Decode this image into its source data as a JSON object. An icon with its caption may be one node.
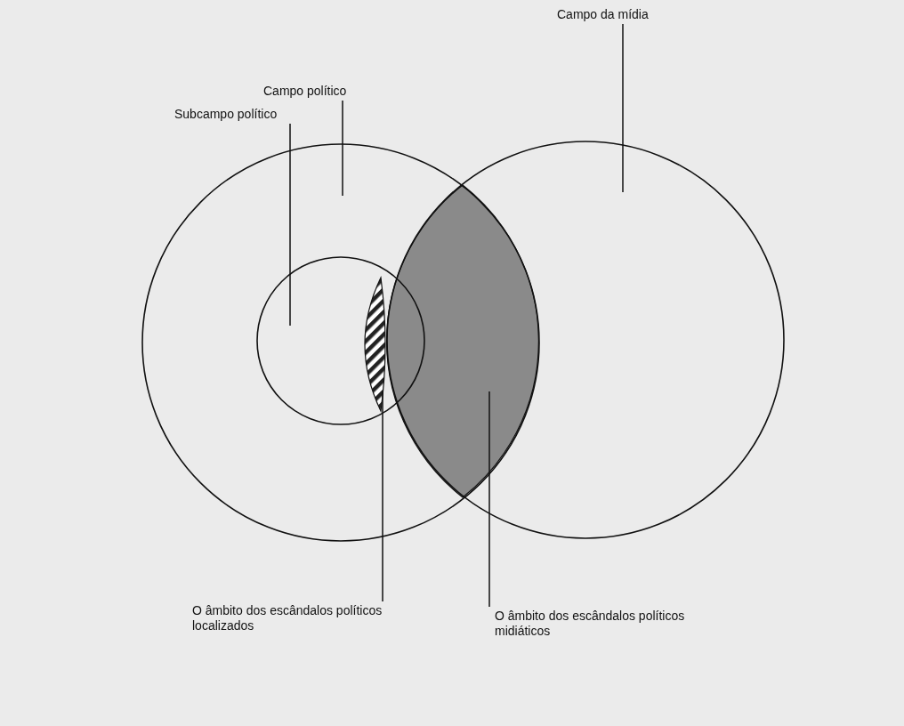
{
  "diagram": {
    "nodes": [
      {
        "text": [
          "Campo político"
        ]
      },
      {
        "text": [
          "Campo da mídia"
        ]
      },
      {
        "text": [
          "Subcampo político"
        ]
      },
      {
        "text": [
          "O âmbito dos escândalos políticos localizados"
        ]
      },
      {
        "text": [
          "O âmbito dos escândalos políticos midiáticos"
        ]
      },
      {
        "text": [],
        "shape": "circle"
      },
      {
        "text": [],
        "shape": "circle"
      },
      {
        "text": [],
        "shape": "circle",
        "in": 5
      },
      {
        "text": [],
        "shape": "lens",
        "in": 7
      },
      {
        "text": [],
        "shape": "lens"
      }
    ],
    "edges": [
      {
        "from": 0,
        "to": 5,
        "arrow": "none"
      },
      {
        "from": 1,
        "to": 6,
        "arrow": "none"
      },
      {
        "from": 2,
        "to": 7,
        "arrow": "none"
      },
      {
        "from": 3,
        "to": 8,
        "arrow": "none"
      },
      {
        "from": 4,
        "to": 9,
        "arrow": "none"
      }
    ]
  }
}
